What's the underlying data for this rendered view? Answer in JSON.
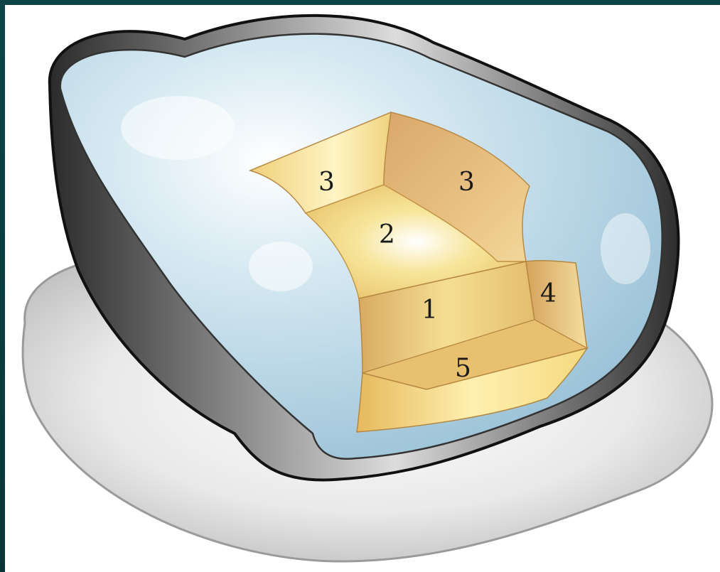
{
  "labels": {
    "occlusal_left": "3",
    "occlusal_right": "3",
    "axial_wall": "2",
    "gingival_floor": "1",
    "proximal_wall": "4",
    "cavosurface": "5"
  },
  "colors": {
    "frame": "#0b3b3c",
    "enamel": "#b9d7e6",
    "dentin": "#f3dc86",
    "base": "#e4e4e4",
    "crown_side": "#6a6a6a"
  }
}
